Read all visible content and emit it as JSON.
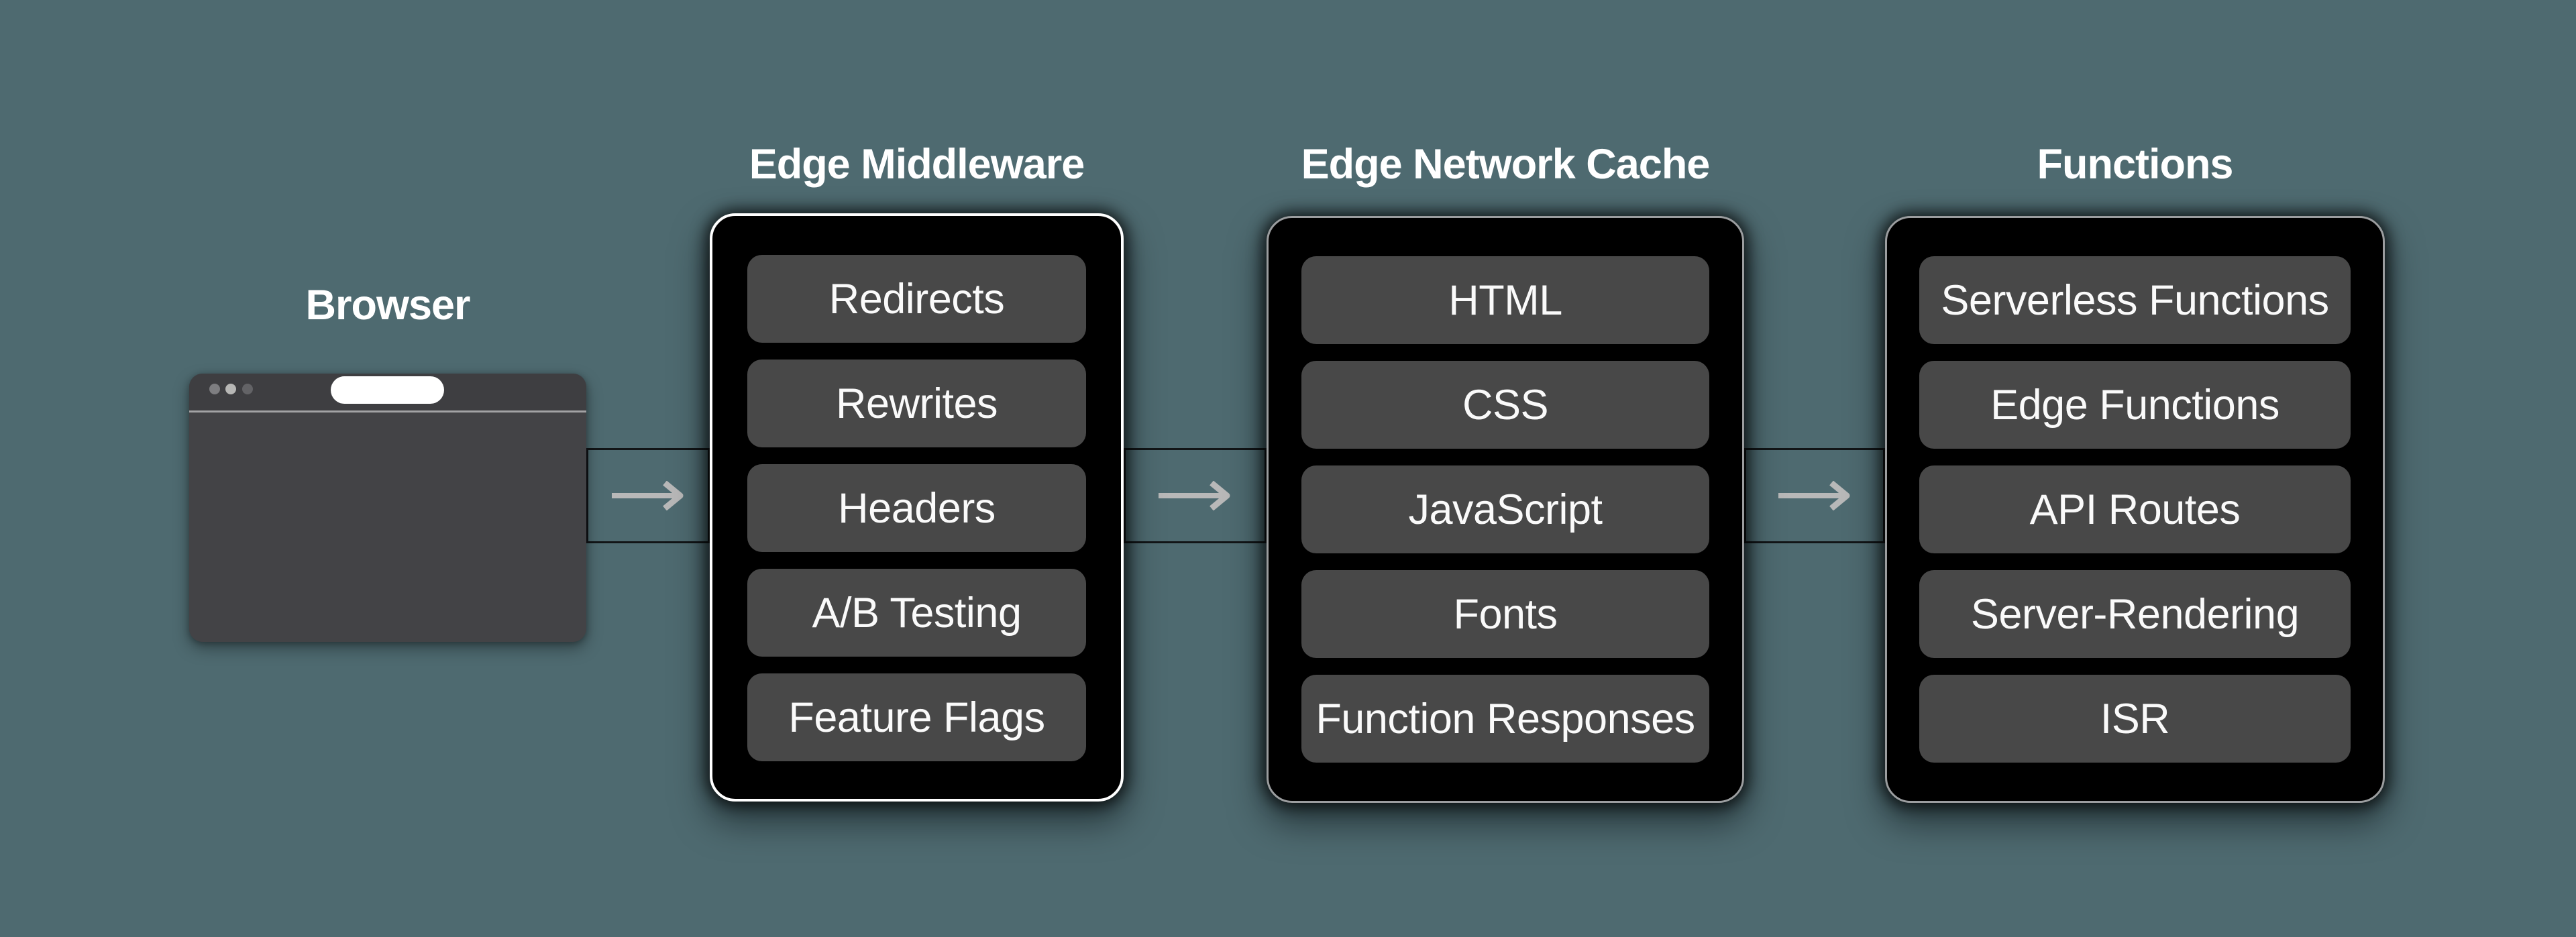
{
  "browser": {
    "title": "Browser",
    "window": {
      "controls": [
        "dot",
        "dot",
        "dot"
      ],
      "url_bar_value": ""
    }
  },
  "columns": [
    {
      "title": "Edge Middleware",
      "items": [
        "Redirects",
        "Rewrites",
        "Headers",
        "A/B Testing",
        "Feature Flags"
      ],
      "border_color": "#FFFFFF"
    },
    {
      "title": "Edge Network Cache",
      "items": [
        "HTML",
        "CSS",
        "JavaScript",
        "Fonts",
        "Function Responses"
      ],
      "border_color": "#9B9D9F"
    },
    {
      "title": "Functions",
      "items": [
        "Serverless Functions",
        "Edge Functions",
        "API Routes",
        "Server-Rendering",
        "ISR"
      ],
      "border_color": "#9B9D9F"
    }
  ],
  "connectors": [
    {
      "icon": "arrow-right-icon"
    },
    {
      "icon": "arrow-right-icon"
    },
    {
      "icon": "arrow-right-icon"
    }
  ],
  "colors": {
    "background": "#4E6A70",
    "box_fill": "#000000",
    "highlight_border": "#FFFFFF",
    "default_border": "#9B9D9F",
    "pill_fill": "#484848",
    "pill_text": "#FAFAFA",
    "title_text": "#FFFFFF",
    "arrow": "#B8B8B8",
    "connector_outline": "#121517",
    "browser_titlebar": "#3E3E41",
    "browser_body": "#434346",
    "browser_separator": "#A2A2A4",
    "url_bar_fill": "#FFFFFF"
  }
}
